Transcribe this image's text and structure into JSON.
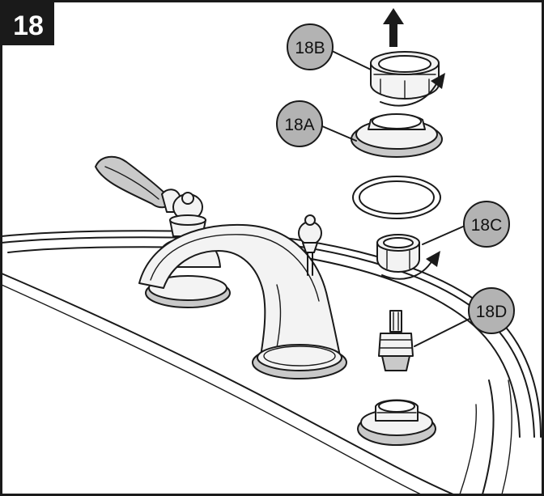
{
  "step": {
    "number": "18"
  },
  "callouts": [
    {
      "id": "b",
      "label": "18B"
    },
    {
      "id": "a",
      "label": "18A"
    },
    {
      "id": "c",
      "label": "18C"
    },
    {
      "id": "d",
      "label": "18D"
    }
  ],
  "colors": {
    "step_badge": "#1a1a1a",
    "callout_fill": "#b3b3b3",
    "line": "#1a1a1a",
    "background": "#ffffff"
  },
  "icons": [
    "arrow-up-icon",
    "rotate-arrow-icon"
  ]
}
